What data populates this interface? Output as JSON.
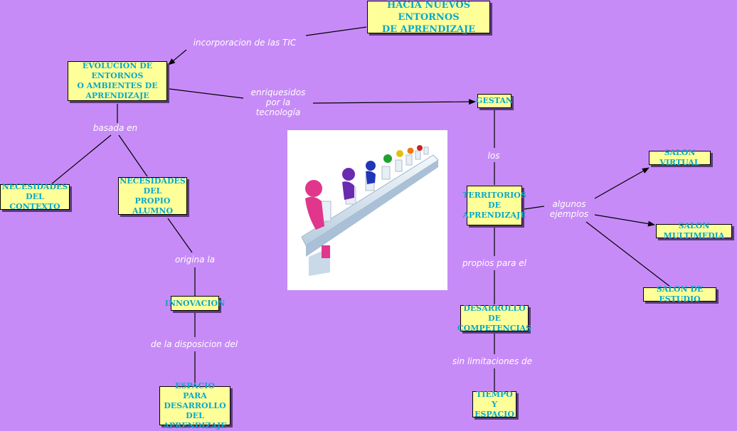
{
  "nodes": {
    "root": "HACIA NUEVOS ENTORNOS\nDE APRENDIZAJE",
    "evolucion": "EVOLUCION DE ENTORNOS\nO AMBIENTES DE\nAPRENDIZAJE",
    "contexto": "NECESIDADES DEL\nCONTEXTO",
    "alumno": "NECESIDADES DEL\nPROPIO\nALUMNO",
    "innovacion": "INNOVACION",
    "espacio": "ESPACIO PARA\nDESARROLLO\nDEL APRENDIZAJE",
    "gestan": "GESTAN",
    "territorios": "TERRITORIOS\nDE\nAPRENDIZAJE",
    "desarrollo": "DESARROLLO DE\nCOMPETENCIAS",
    "tiempo": "TIEMPO Y\nESPACIO",
    "virtual": "SALON VIRTUAL",
    "multimedia": "SALON MULTIMEDIA",
    "estudio": "SALON DE ESTUDIO"
  },
  "links": {
    "incorporacion": "incorporacion de las TIC",
    "enriquesidos": "enriquesidos\npor la\ntecnología",
    "basada": "basada en",
    "origina": "origina la",
    "disposicion": "de la disposicion del",
    "los": "los",
    "propios": "propios para el",
    "sin_limitaciones": "sin limitaciones de",
    "algunos": "algunos\nejemplos"
  },
  "colors": {
    "background": "#c78bf7",
    "node_fill": "#ffff99",
    "node_text": "#0aa8c8",
    "link_text": "#ffffff"
  },
  "image": {
    "subject": "3d-figures-seated-at-computer-desk-row-icon"
  }
}
